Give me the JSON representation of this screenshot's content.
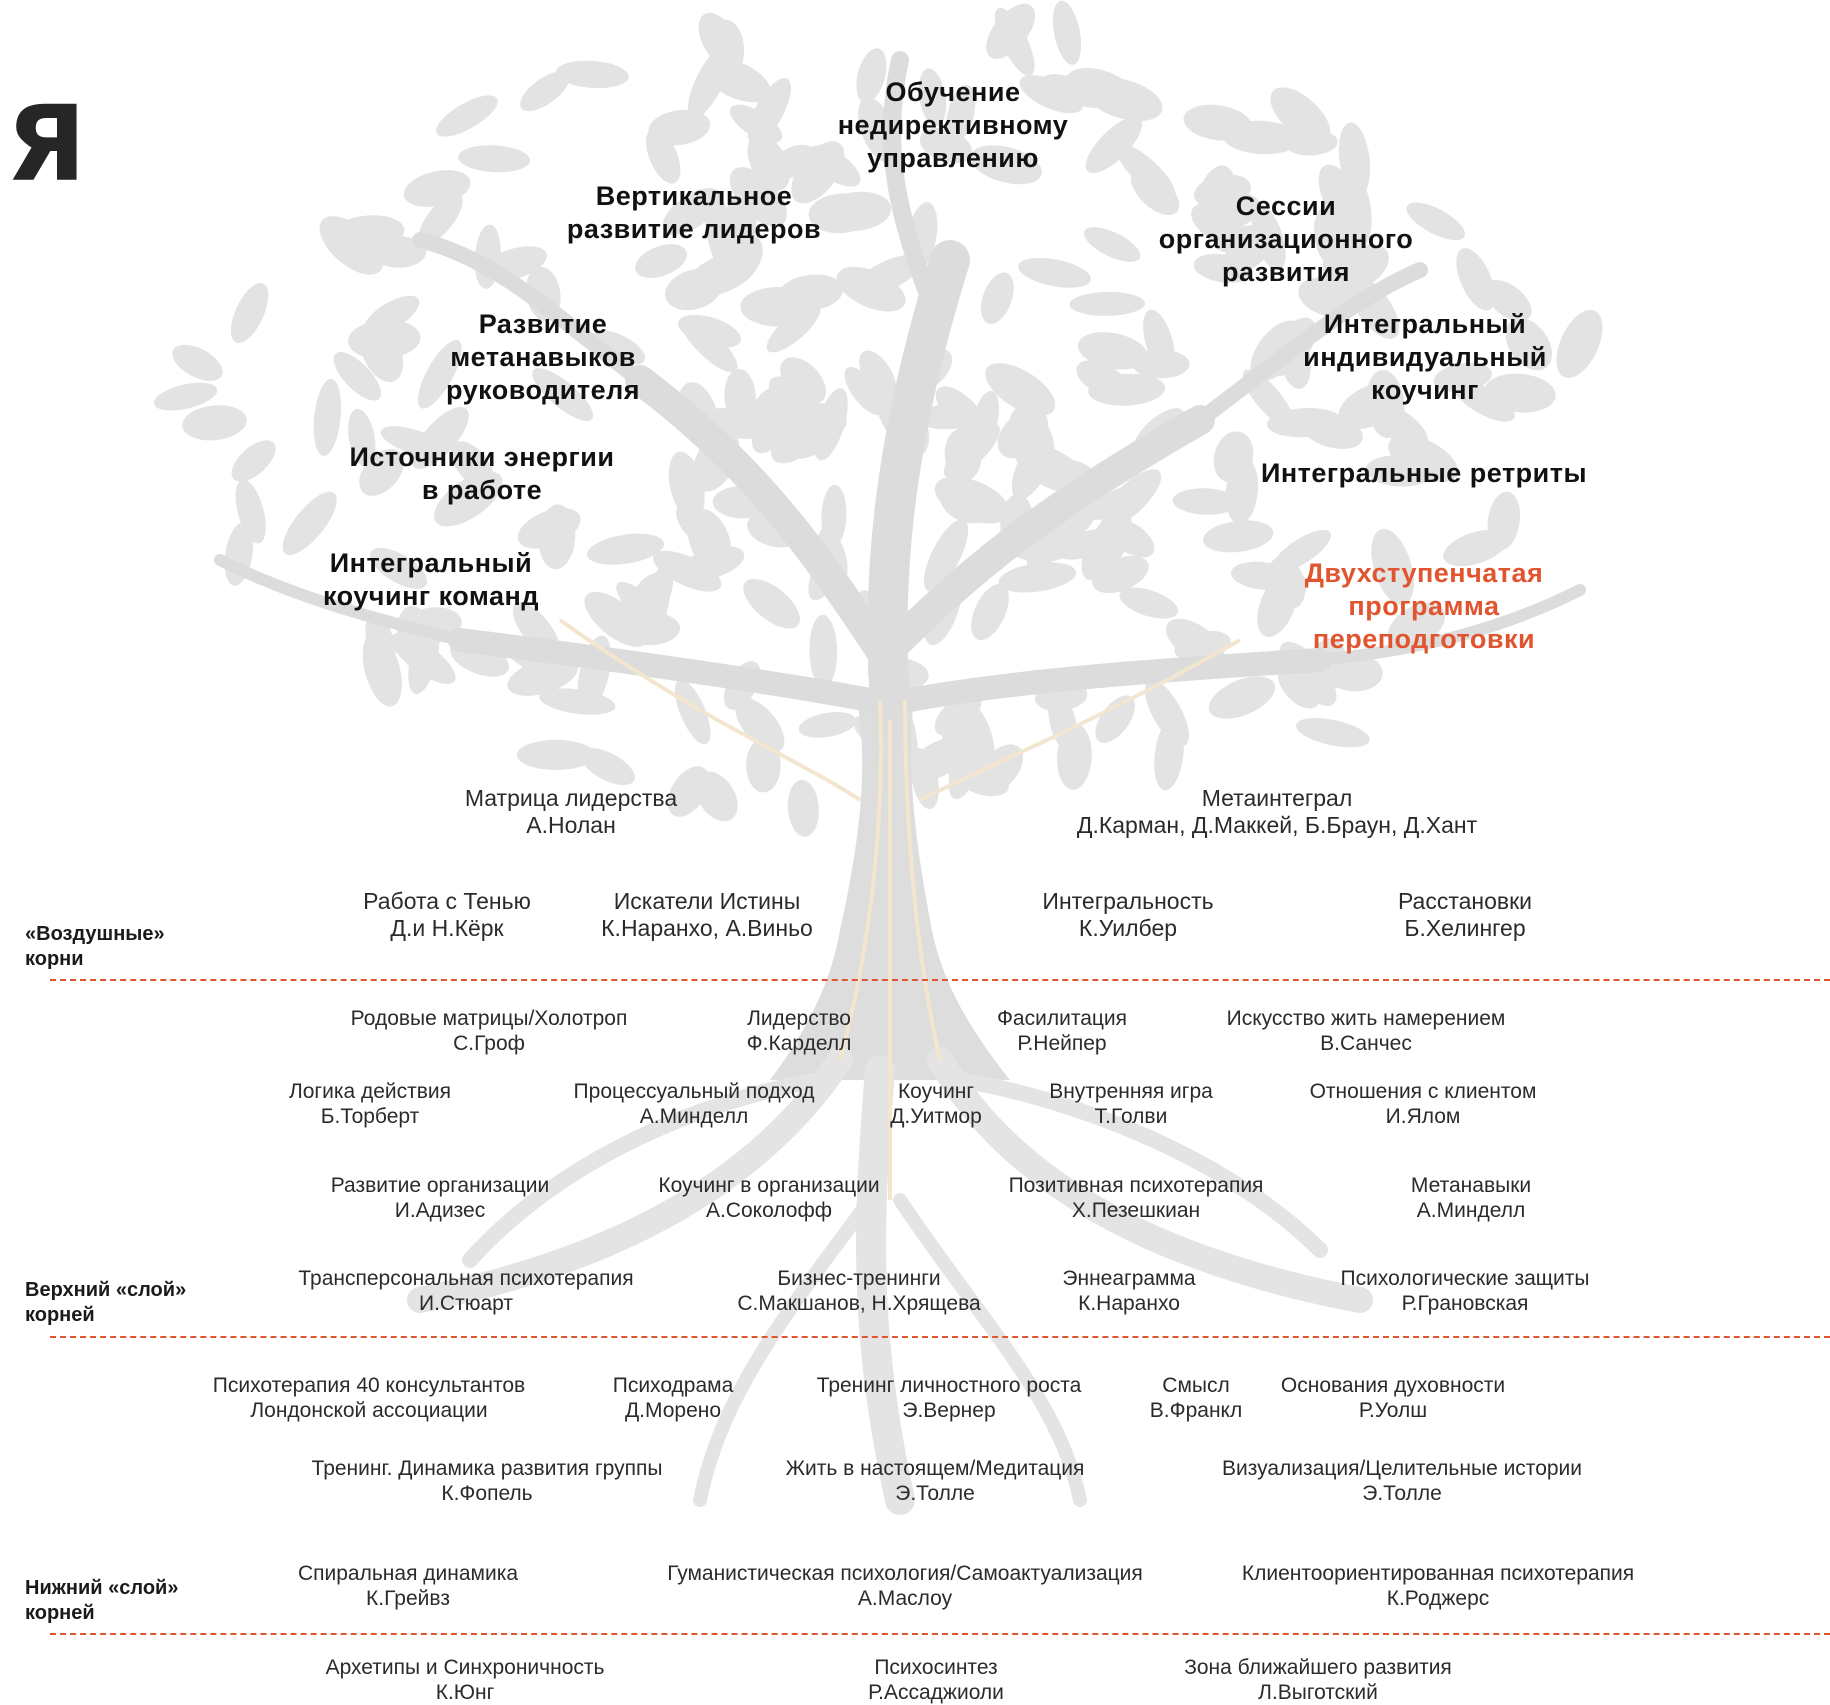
{
  "logo": "Я",
  "colors": {
    "accent": "#e0552f",
    "tree": "#e3e3e3",
    "veins": "#f2e6cf"
  },
  "branches": [
    {
      "id": "b1",
      "text": "Обучение\nнедирективному\nуправлению"
    },
    {
      "id": "b2",
      "text": "Вертикальное\nразвитие лидеров"
    },
    {
      "id": "b3",
      "text": "Сессии\nорганизационного\nразвития"
    },
    {
      "id": "b4",
      "text": "Развитие\nметанавыков\nруководителя"
    },
    {
      "id": "b5",
      "text": "Интегральный\nиндивидуальный\nкоучинг"
    },
    {
      "id": "b6",
      "text": "Источники энергии\nв работе"
    },
    {
      "id": "b7",
      "text": "Интегральные ретриты"
    },
    {
      "id": "b8",
      "text": "Интегральный\nкоучинг команд"
    },
    {
      "id": "b9",
      "text": "Двухступенчатая\nпрограмма\nпереподготовки",
      "accent": true
    }
  ],
  "layers": [
    {
      "label": "«Воздушные»\nкорни"
    },
    {
      "label": "Верхний «слой»\nкорней"
    },
    {
      "label": "Нижний «слой»\nкорней"
    }
  ],
  "roots": [
    {
      "title": "Матрица лидерства",
      "author": "А.Нолан"
    },
    {
      "title": "Метаинтеграл",
      "author": "Д.Карман, Д.Маккей, Б.Браун, Д.Хант"
    },
    {
      "title": "Работа с Тенью",
      "author": "Д.и Н.Кёрк"
    },
    {
      "title": "Искатели Истины",
      "author": "К.Наранхо, А.Виньо"
    },
    {
      "title": "Интегральность",
      "author": "К.Уилбер"
    },
    {
      "title": "Расстановки",
      "author": "Б.Хелингер"
    },
    {
      "title": "Родовые матрицы/Холотроп",
      "author": "С.Гроф"
    },
    {
      "title": "Лидерство",
      "author": "Ф.Карделл"
    },
    {
      "title": "Фасилитация",
      "author": "Р.Нейпер"
    },
    {
      "title": "Искусство жить намерением",
      "author": "В.Санчес"
    },
    {
      "title": "Логика действия",
      "author": "Б.Торберт"
    },
    {
      "title": "Процессуальный подход",
      "author": "А.Минделл"
    },
    {
      "title": "Коучинг",
      "author": "Д.Уитмор"
    },
    {
      "title": "Внутренняя игра",
      "author": "Т.Голви"
    },
    {
      "title": "Отношения с клиентом",
      "author": "И.Ялом"
    },
    {
      "title": "Развитие организации",
      "author": "И.Адизес"
    },
    {
      "title": "Коучинг в организации",
      "author": "А.Соколофф"
    },
    {
      "title": "Позитивная психотерапия",
      "author": "Х.Пезешкиан"
    },
    {
      "title": "Метанавыки",
      "author": "А.Минделл"
    },
    {
      "title": "Трансперсональная психотерапия",
      "author": "И.Стюарт"
    },
    {
      "title": "Бизнес-тренинги",
      "author": "С.Макшанов, Н.Хрящева"
    },
    {
      "title": "Эннеаграмма",
      "author": "К.Наранхо"
    },
    {
      "title": "Психологические защиты",
      "author": "Р.Грановская"
    },
    {
      "title": "Психотерапия 40 консультантов",
      "author": "Лондонской ассоциации"
    },
    {
      "title": "Психодрама",
      "author": "Д.Морено"
    },
    {
      "title": "Тренинг личностного роста",
      "author": "Э.Вернер"
    },
    {
      "title": "Смысл",
      "author": "В.Франкл"
    },
    {
      "title": "Основания духовности",
      "author": "Р.Уолш"
    },
    {
      "title": "Тренинг. Динамика развития группы",
      "author": "К.Фопель"
    },
    {
      "title": "Жить в настоящем/Медитация",
      "author": "Э.Толле"
    },
    {
      "title": "Визуализация/Целительные истории",
      "author": "Э.Толле"
    },
    {
      "title": "Спиральная динамика",
      "author": "К.Грейвз"
    },
    {
      "title": "Гуманистическая психология/Самоактуализация",
      "author": "А.Маслоу"
    },
    {
      "title": "Клиентоориентированная психотерапия",
      "author": "К.Роджерс"
    },
    {
      "title": "Архетипы и Синхроничность",
      "author": "К.Юнг"
    },
    {
      "title": "Психосинтез",
      "author": "Р.Ассаджиоли"
    },
    {
      "title": "Зона ближайшего развития",
      "author": "Л.Выготский"
    }
  ]
}
